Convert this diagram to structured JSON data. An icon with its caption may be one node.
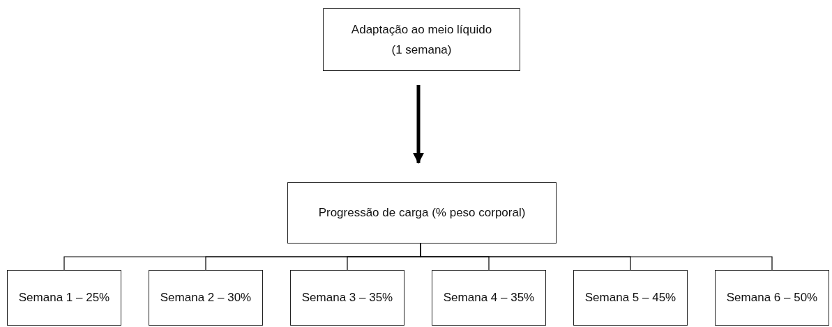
{
  "diagram": {
    "nodes": [
      {
        "text": [
          "Adaptação ao meio líquido",
          "(1 semana)"
        ]
      },
      {
        "text": [
          "Progressão de carga (% peso corporal)"
        ]
      },
      {
        "text": [
          "Semana 1 – 25%"
        ]
      },
      {
        "text": [
          "Semana 2 – 30%"
        ]
      },
      {
        "text": [
          "Semana 3 – 35%"
        ]
      },
      {
        "text": [
          "Semana 4 – 35%"
        ]
      },
      {
        "text": [
          "Semana 5 – 45%"
        ]
      },
      {
        "text": [
          "Semana 6 – 50%"
        ]
      }
    ],
    "edges": [
      {
        "from": 0,
        "to": 1,
        "arrow": "to",
        "style": "thick"
      },
      {
        "from": 1,
        "to": 2,
        "arrow": "none"
      },
      {
        "from": 1,
        "to": 3,
        "arrow": "none"
      },
      {
        "from": 1,
        "to": 4,
        "arrow": "none"
      },
      {
        "from": 1,
        "to": 5,
        "arrow": "none"
      },
      {
        "from": 1,
        "to": 6,
        "arrow": "none"
      },
      {
        "from": 1,
        "to": 7,
        "arrow": "none"
      }
    ]
  }
}
